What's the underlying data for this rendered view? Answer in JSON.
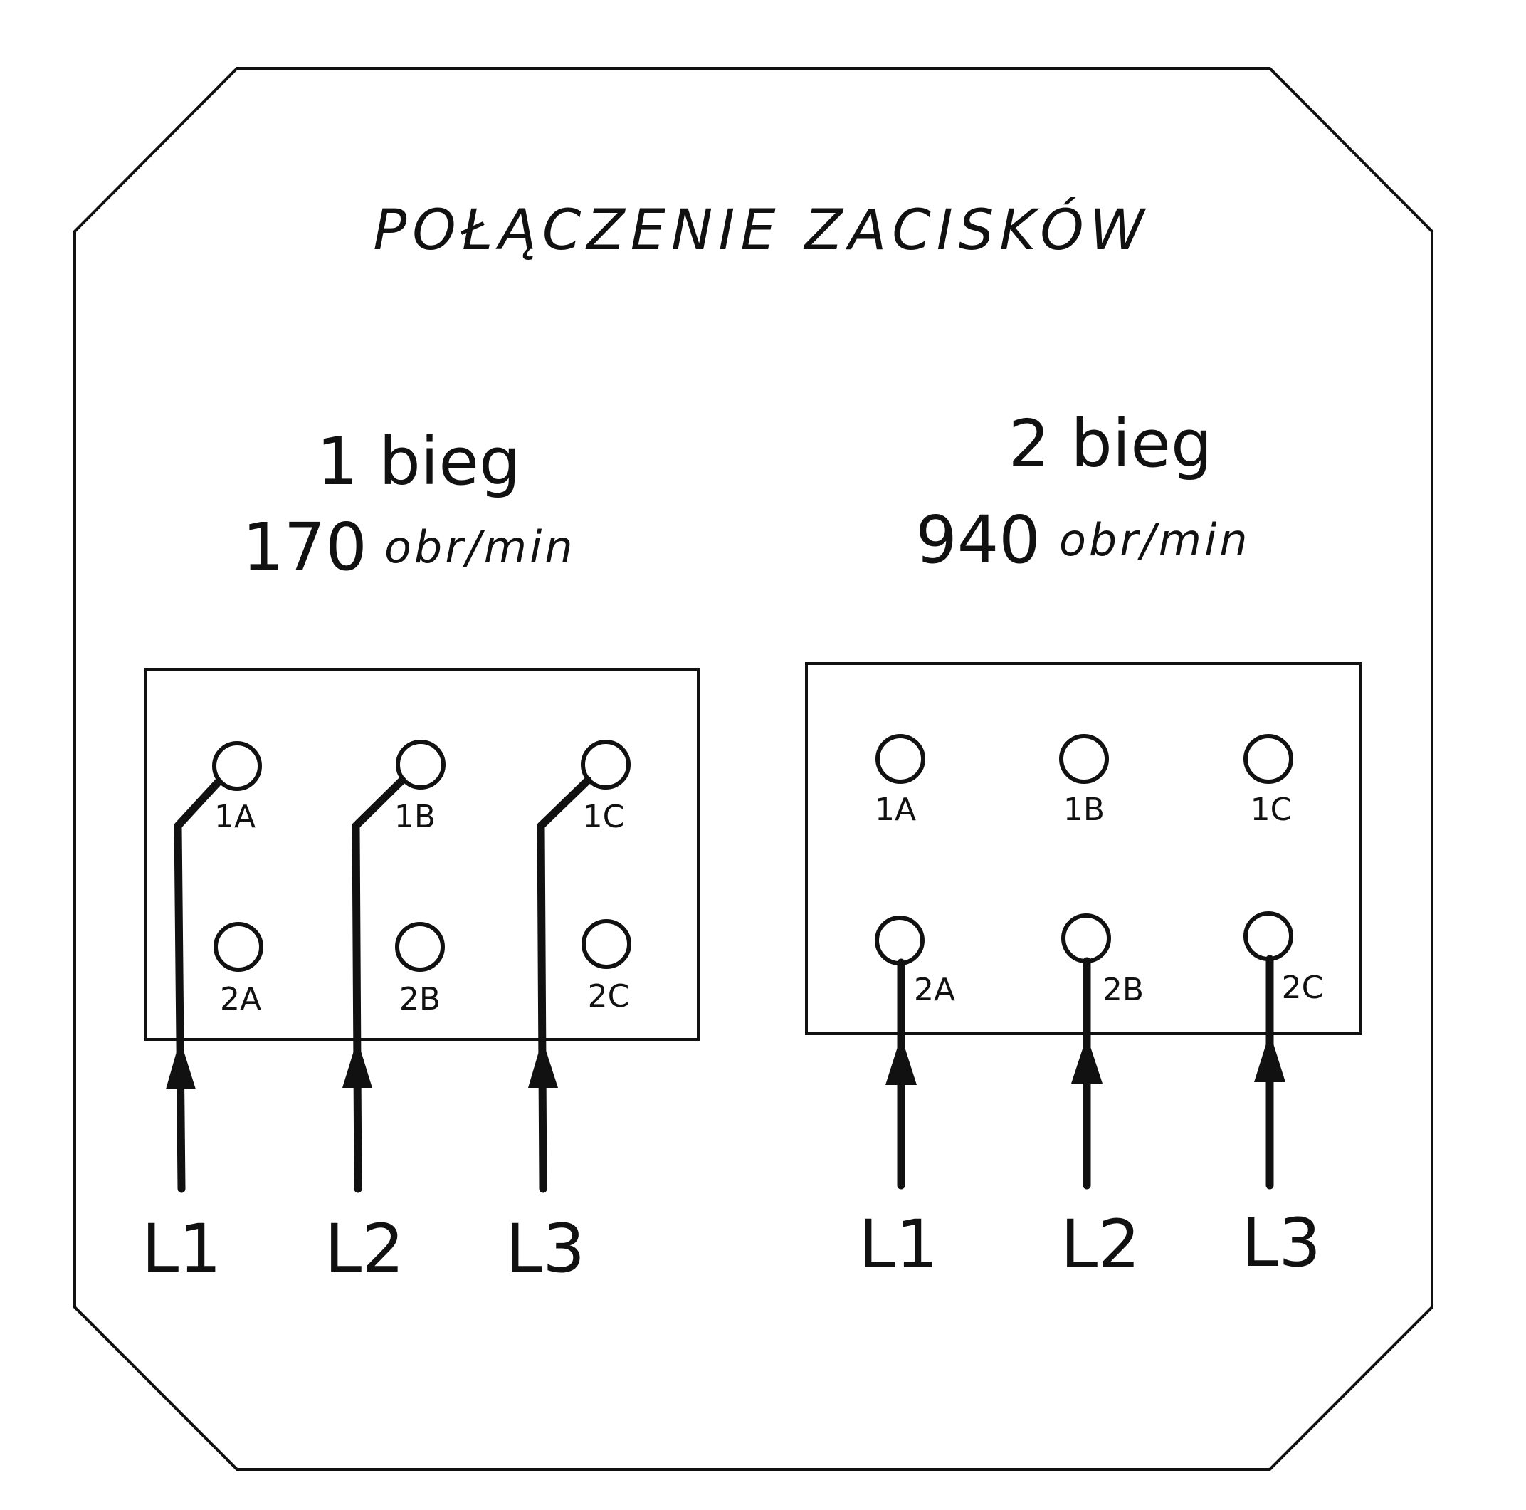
{
  "title": "POŁĄCZENIE ZACISKÓW",
  "panels": [
    {
      "speed": "1 bieg",
      "rpm": "170",
      "unit": "obr/min",
      "terminals": [
        "1A",
        "1B",
        "1C",
        "2A",
        "2B",
        "2C"
      ],
      "connected_row": "1",
      "lines": [
        "L1",
        "L2",
        "L3"
      ]
    },
    {
      "speed": "2 bieg",
      "rpm": "940",
      "unit": "obr/min",
      "terminals": [
        "1A",
        "1B",
        "1C",
        "2A",
        "2B",
        "2C"
      ],
      "connected_row": "2",
      "lines": [
        "L1",
        "L2",
        "L3"
      ]
    }
  ]
}
